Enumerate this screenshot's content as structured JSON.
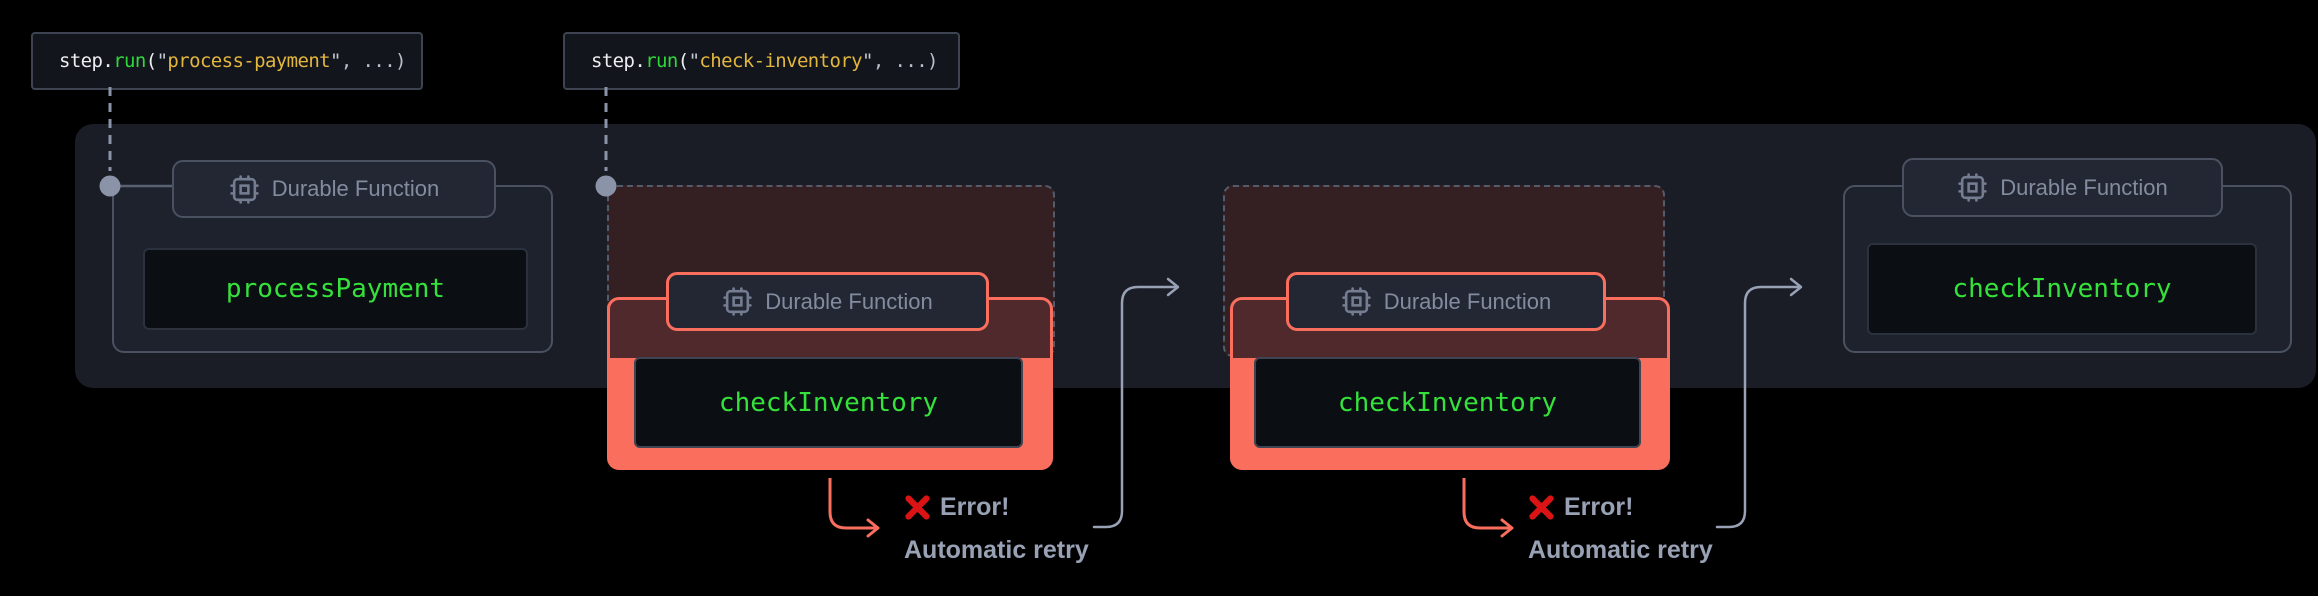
{
  "code_labels": [
    {
      "object": "step",
      "dot": ".",
      "method": "run",
      "paren_open": "(",
      "quote_open": "\"",
      "step_id": "process-payment",
      "quote_close": "\"",
      "args_rest": ", ...)"
    },
    {
      "object": "step",
      "dot": ".",
      "method": "run",
      "paren_open": "(",
      "quote_open": "\"",
      "step_id": "check-inventory",
      "quote_close": "\"",
      "args_rest": ", ...)"
    }
  ],
  "groups": [
    {
      "badge_label": "Durable Function",
      "function_name": "processPayment",
      "state": "normal"
    },
    {
      "badge_label": "Durable Function",
      "function_name": "checkInventory",
      "state": "failed"
    },
    {
      "badge_label": "Durable Function",
      "function_name": "checkInventory",
      "state": "failed"
    },
    {
      "badge_label": "Durable Function",
      "function_name": "checkInventory",
      "state": "normal"
    }
  ],
  "error_annotations": [
    {
      "error_label": "Error!",
      "retry_label": "Automatic retry"
    },
    {
      "error_label": "Error!",
      "retry_label": "Automatic retry"
    }
  ],
  "icons": {
    "badge_icon": "cpu-chip-icon",
    "error_icon": "x-mark-icon",
    "connector_dot": "circle"
  },
  "colors": {
    "background": "#000000",
    "panel_bg": "#1a1d26",
    "accent_error": "#fa6e5e",
    "ghost_maroon": "#341f23",
    "code_green": "#35e23b",
    "function_green": "#2fd83a",
    "string_gold": "#e3b63e",
    "connector_gray": "#99a1b5",
    "border_gray": "#4a5161",
    "error_red": "#da1414"
  }
}
